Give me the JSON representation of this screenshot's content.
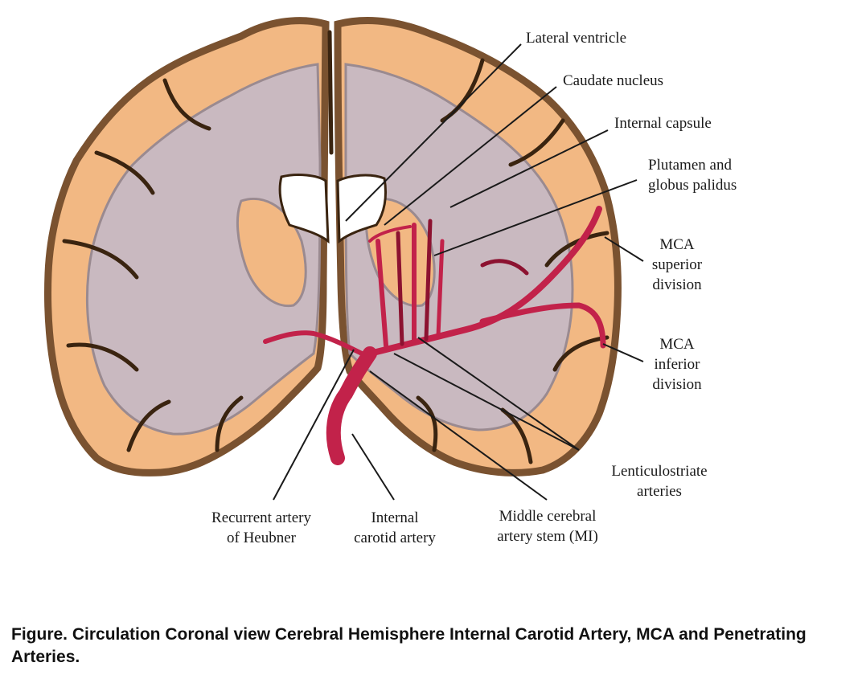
{
  "labels": {
    "lateral_ventricle": "Lateral ventricle",
    "caudate_nucleus": "Caudate nucleus",
    "internal_capsule": "Internal capsule",
    "putamen_line1": "Plutamen and",
    "putamen_line2": "globus palidus",
    "mca_sup_line1": "MCA",
    "mca_sup_line2": "superior",
    "mca_sup_line3": "division",
    "mca_inf_line1": "MCA",
    "mca_inf_line2": "inferior",
    "mca_inf_line3": "division",
    "lenticulostriate_line1": "Lenticulostriate",
    "lenticulostriate_line2": "arteries",
    "heubner_line1": "Recurrent artery",
    "heubner_line2": "of Heubner",
    "ica_line1": "Internal",
    "ica_line2": "carotid artery",
    "mca_stem_line1": "Middle cerebral",
    "mca_stem_line2": "artery stem (MI)"
  },
  "caption": "Figure. Circulation Coronal view Cerebral Hemisphere Internal Carotid Artery, MCA and Penetrating Arteries.",
  "colors": {
    "cortex": "#f2b883",
    "cortex_outline": "#7a5230",
    "white_matter": "#c9b9c0",
    "artery": "#c2224a",
    "artery_dark": "#8c1230",
    "ventricle": "#ffffff",
    "leader_line": "#1a1a1a"
  }
}
